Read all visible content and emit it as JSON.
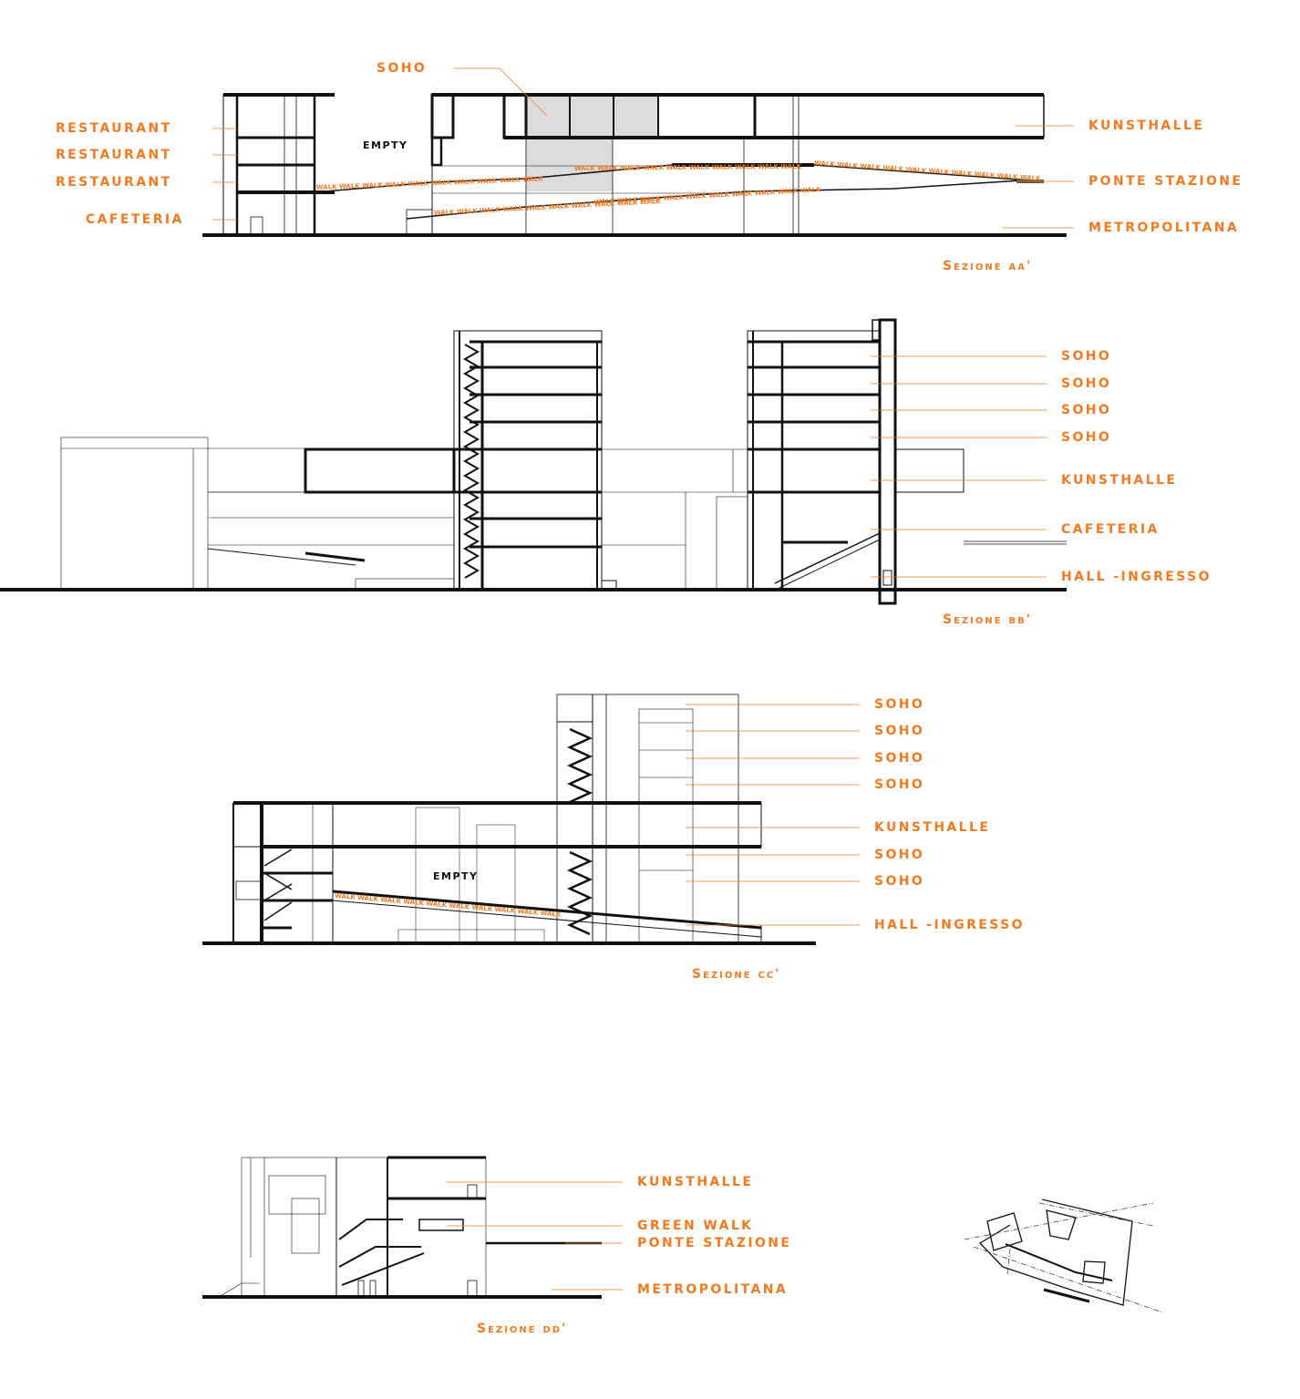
{
  "colors": {
    "label": "#f47a20",
    "line": "#111111",
    "soho_fill": "#dcdcdc"
  },
  "walk_text": "WALK WALK WALK WALK WALK WALK WALK WALK WALK WALK",
  "section_aa": {
    "title": "Sezione aa'",
    "empty": "EMPTY",
    "labels_left": [
      "RESTAURANT",
      "RESTAURANT",
      "RESTAURANT",
      "CAFETERIA"
    ],
    "label_top": "SOHO",
    "labels_right": [
      "KUNSTHALLE",
      "PONTE STAZIONE",
      "METROPOLITANA"
    ]
  },
  "section_bb": {
    "title": "Sezione bb'",
    "labels": [
      "SOHO",
      "SOHO",
      "SOHO",
      "SOHO",
      "KUNSTHALLE",
      "CAFETERIA",
      "HALL -INGRESSO"
    ]
  },
  "section_cc": {
    "title": "Sezione cc'",
    "empty": "EMPTY",
    "labels": [
      "SOHO",
      "SOHO",
      "SOHO",
      "SOHO",
      "KUNSTHALLE",
      "SOHO",
      "SOHO",
      "HALL -INGRESSO"
    ]
  },
  "section_dd": {
    "title": "Sezione dd'",
    "labels": [
      "KUNSTHALLE",
      "GREEN WALK",
      "PONTE STAZIONE",
      "METROPOLITANA"
    ]
  }
}
